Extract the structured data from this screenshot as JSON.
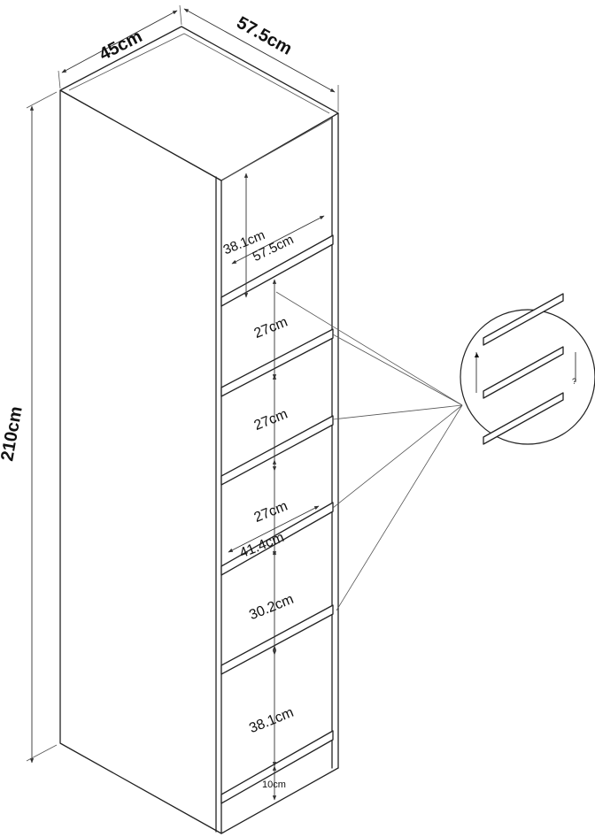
{
  "dimensions": {
    "width": "45cm",
    "depth": "57.5cm",
    "height": "210cm"
  },
  "compartments": {
    "top_height": "38.1cm",
    "top_depth": "57.5cm",
    "second_height": "27cm",
    "third_height": "27cm",
    "fourth_height": "27cm",
    "inner_width": "41.4cm",
    "fifth_height": "30.2cm",
    "bottom_height": "38.1cm",
    "plinth_height": "10cm"
  }
}
